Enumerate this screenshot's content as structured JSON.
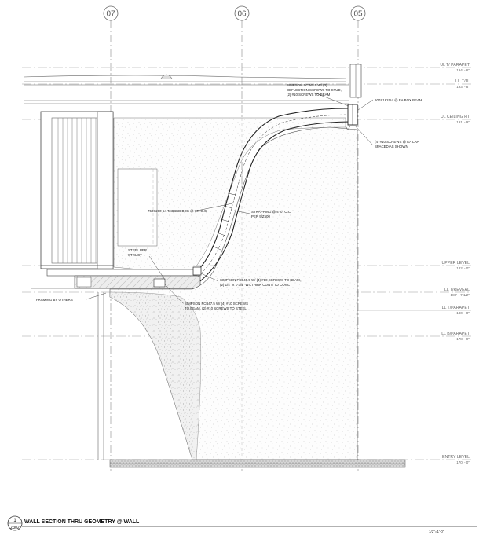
{
  "grid_lines": [
    "07",
    "06",
    "05"
  ],
  "levels": [
    {
      "name": "UL T/ PARAPET",
      "elev": "194' - 6\""
    },
    {
      "name": "UL T/JL",
      "elev": "193' - 8\""
    },
    {
      "name": "UL CEILING HT",
      "elev": "191' - 9\""
    },
    {
      "name": "UPPER LEVEL",
      "elev": "182' - 0\""
    },
    {
      "name": "LL T/REVEAL",
      "elev": "180' - 7 1/2\""
    },
    {
      "name": "LL T/PARAPET",
      "elev": "180' - 0\""
    },
    {
      "name": "LL B/PARAPET",
      "elev": "178' - 9\""
    },
    {
      "name": "ENTRY LEVEL",
      "elev": "170' - 0\""
    }
  ],
  "notes": {
    "simpson_scws": [
      "SIMPSON SCWS.5 W/ (3)",
      "DEFLECTION SCREWS TO STUD,",
      "(2) #10 SCREWS TO BEAM"
    ],
    "box_beam": "600S162-54 @ EA BOX BEAM",
    "screws_lap": [
      "(4) #10 SCREWS @ EA LAP,",
      "SPACED AS SHOWN"
    ],
    "tabbed_box": "750S200-54 TABBED BOX @ 16\" O.C.",
    "strapping": [
      "STRAPPING @ 4'-0\" O.C.",
      "PER 9/Z500"
    ],
    "steel_per_struct": [
      "STEEL PER",
      "STRUCT"
    ],
    "simpson_fcb45": [
      "SIMPSON FCB45.5 W/ (4) #10 SCREWS TO BEAM,",
      "(2) 1/4\" X 1-3/4\" WILTHIRK CON II TO CONC"
    ],
    "framing_by_others": "FRAMING BY OTHERS",
    "simpson_fcb47": [
      "SIMPSON FCB47.5 W/ (4) #10 SCREWS",
      "TO BEAM, (2) #10 SCREWS TO STEEL"
    ]
  },
  "title_block": {
    "detail_number": "1",
    "sheet": "Z302",
    "title": "WALL SECTION THRU GEOMETRY @ WALL",
    "scale": "1/2\"=1'-0\""
  }
}
